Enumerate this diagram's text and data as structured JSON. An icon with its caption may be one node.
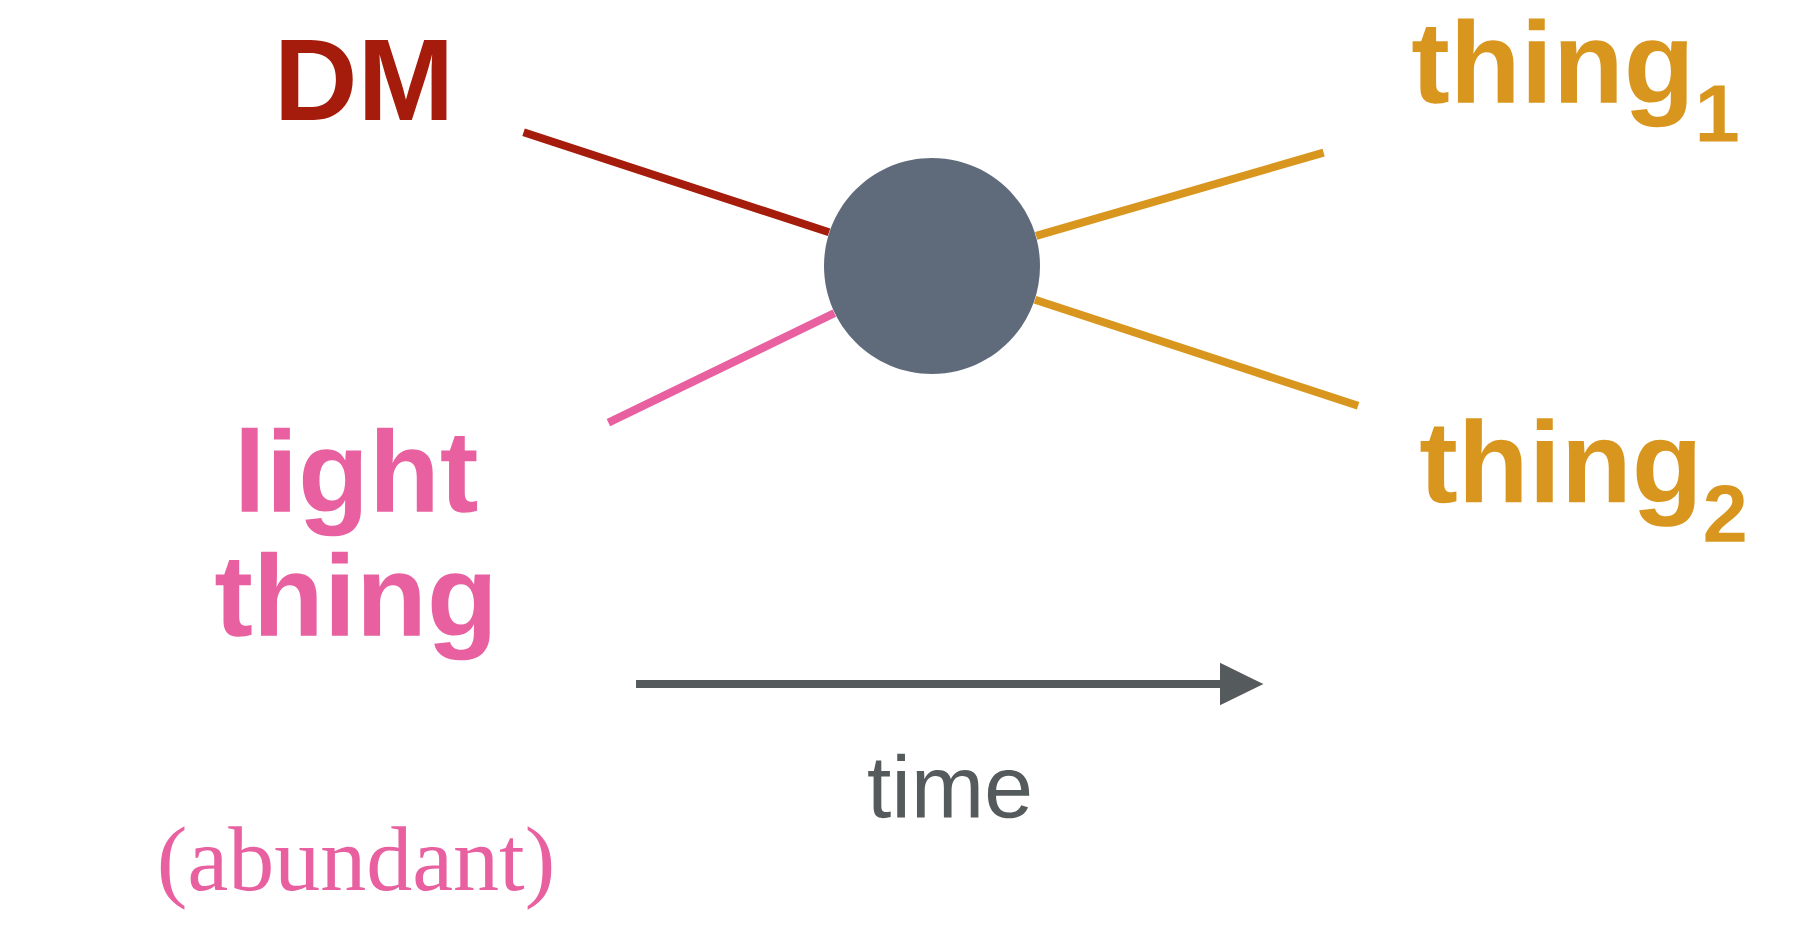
{
  "diagram": {
    "nodes": [
      {
        "text": [
          "DM"
        ]
      },
      {
        "text": [
          "light thing"
        ],
        "beside": [
          "(abundant)"
        ]
      },
      {
        "text": [],
        "shape": "circle"
      },
      {
        "text": [
          "thing$_{1}$"
        ]
      },
      {
        "text": [
          "thing$_{2}$"
        ]
      }
    ],
    "edges": [
      {
        "from": 0,
        "to": 2,
        "arrow": "none",
        "color": "#a51c0d"
      },
      {
        "from": 1,
        "to": 2,
        "arrow": "none",
        "color": "#e8609f"
      },
      {
        "from": 2,
        "to": 3,
        "arrow": "none",
        "color": "#d9961f"
      },
      {
        "from": 2,
        "to": 4,
        "arrow": "none",
        "color": "#d9961f"
      }
    ],
    "labels": [
      "time"
    ]
  }
}
